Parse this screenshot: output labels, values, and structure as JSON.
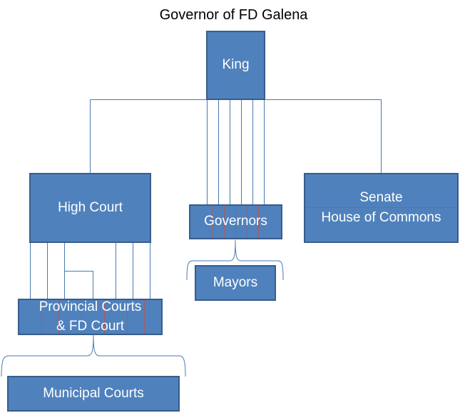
{
  "title": "Governor of FD Galena",
  "nodes": {
    "king": {
      "label": "King"
    },
    "high_court": {
      "label": "High Court"
    },
    "governors": {
      "label": "Governors"
    },
    "senate": {
      "label_line1": "Senate",
      "label_line2": "House of Commons"
    },
    "mayors": {
      "label": "Mayors"
    },
    "provincial_courts": {
      "label_line1": "Provincial Courts",
      "label_line2": "& FD Court"
    },
    "municipal_courts": {
      "label": "Municipal Courts"
    }
  },
  "colors": {
    "box_fill": "#4F81BD",
    "box_border": "#385D8A",
    "connector": "#4A7AB0",
    "accent_line": "#C0504D",
    "text": "#FFFFFF"
  }
}
